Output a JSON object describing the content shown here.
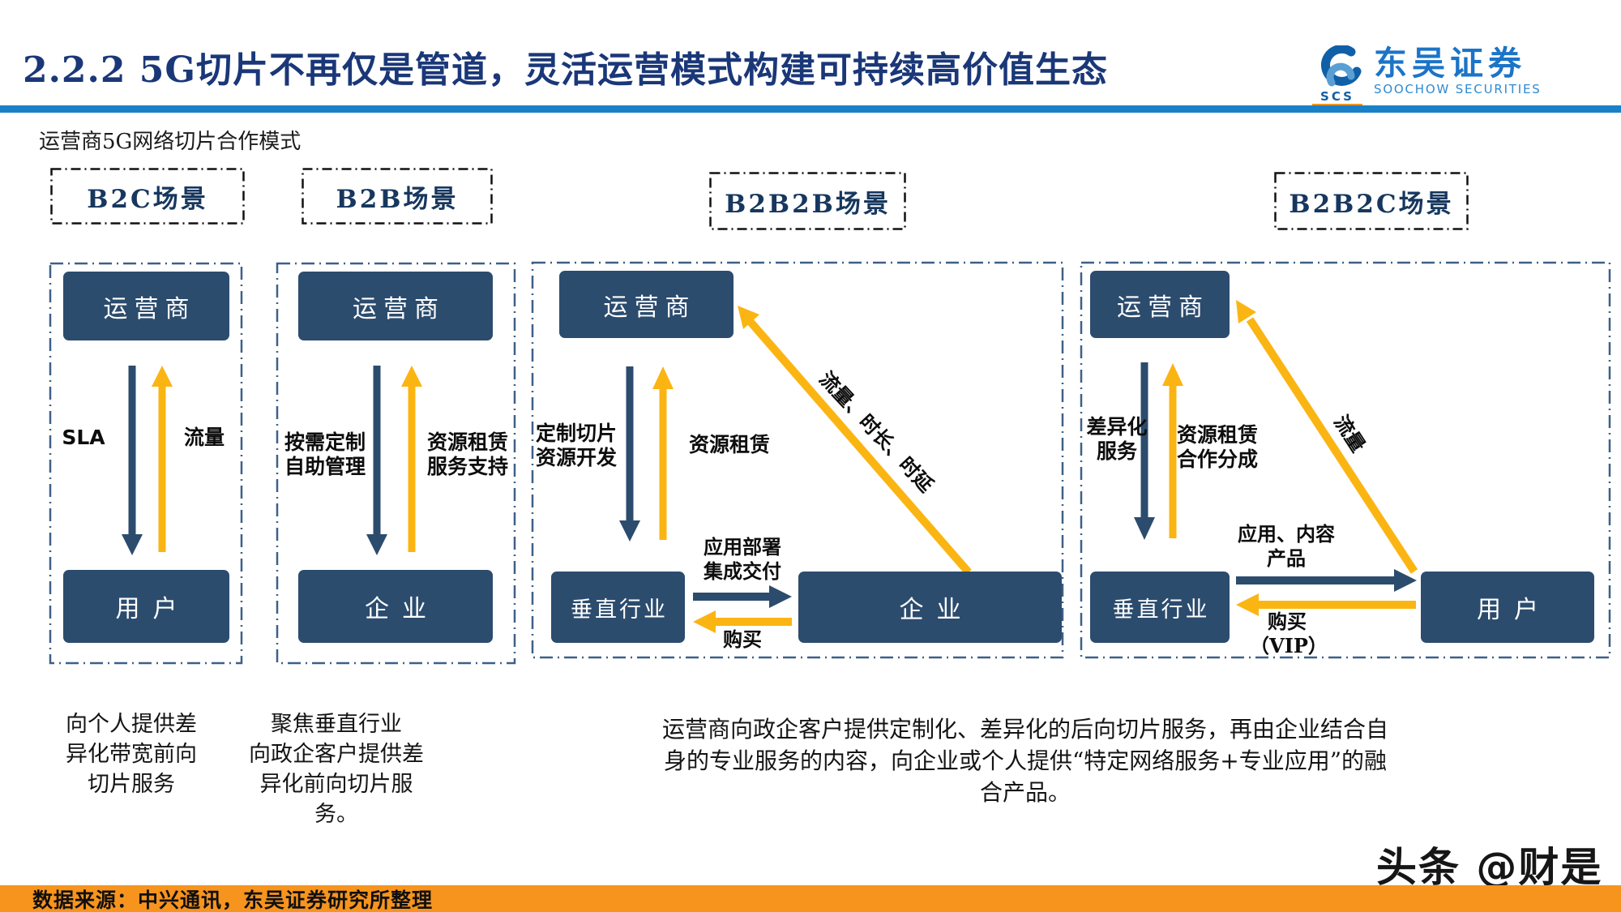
{
  "header": {
    "title": "2.2.2 5G切片不再仅是管道，灵活运营模式构建可持续高价值生态"
  },
  "logo": {
    "abbr": "SCS",
    "name_cn": "东吴证券",
    "name_en": "SOOCHOW SECURITIES"
  },
  "subtitle": "运营商5G网络切片合作模式",
  "scenarios": {
    "b2c": "B2C场景",
    "b2b": "B2B场景",
    "b2b2b": "B2B2B场景",
    "b2b2c": "B2B2C场景"
  },
  "panels": {
    "b2c": {
      "top_node": "运营商",
      "bottom_node": "用户",
      "down_label": "SLA",
      "up_label": "流量"
    },
    "b2b": {
      "top_node": "运营商",
      "bottom_node": "企业",
      "down_label": "按需定制\n自助管理",
      "up_label": "资源租赁\n服务支持"
    },
    "b2b2b": {
      "top_node": "运营商",
      "left_node": "垂直行业",
      "right_node": "企业",
      "down_label": "定制切片\n资源开发",
      "up_label": "资源租赁",
      "diag_label": "流量、时长、时延",
      "forward_label": "应用部署\n集成交付",
      "back_label": "购买"
    },
    "b2b2c": {
      "top_node": "运营商",
      "left_node": "垂直行业",
      "right_node": "用户",
      "down_label": "差异化\n服务",
      "up_label": "资源租赁\n合作分成",
      "diag_label": "流量",
      "forward_label": "应用、内容\n产品",
      "back_label": "购买\n（VIP）"
    }
  },
  "captions": {
    "b2c": "向个人提供差\n异化带宽前向\n切片服务",
    "b2b": "聚焦垂直行业\n向政企客户提供差\n异化前向切片服\n务。",
    "b2b2x": "运营商向政企客户提供定制化、差异化的后向切片服务，再由企业结合自\n身的专业服务的内容，向企业或个人提供“特定网络服务+专业应用”的融\n合产品。"
  },
  "watermark": "头条 @财是",
  "footer": {
    "source": "数据来源：中兴通讯，东吴证券研究所整理"
  },
  "colors": {
    "node_navy": "#2C4C6E",
    "arrow_navy": "#2C4C6E",
    "arrow_gold": "#FBB513",
    "panel_border": "#3E6088",
    "title_navy": "#1A3778",
    "rule_blue": "#1A80C8",
    "scenario_navy": "#17375E",
    "footer_orange": "#F7941E",
    "logo_blue": "#1B74C8"
  }
}
